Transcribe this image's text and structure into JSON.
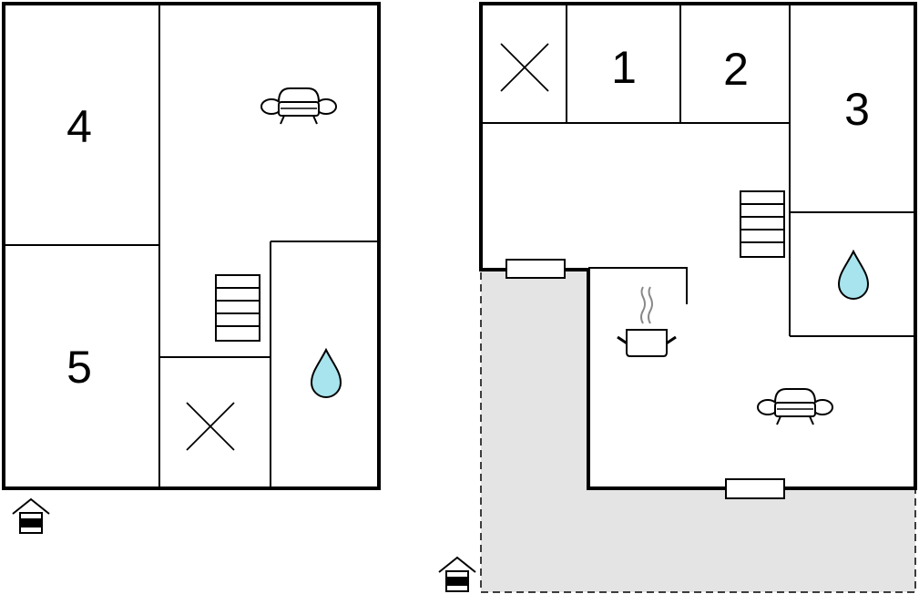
{
  "floors": [
    {
      "rooms": [
        {
          "label": "4",
          "type": "bedroom"
        },
        {
          "label": "5",
          "type": "bedroom"
        },
        {
          "type": "living-room",
          "icon": "sofa-icon"
        },
        {
          "type": "toilet",
          "icon": "toilet-cross-icon"
        },
        {
          "type": "bathroom",
          "icon": "water-drop-icon"
        }
      ],
      "features": [
        "stairs-icon",
        "entrance-icon"
      ]
    },
    {
      "rooms": [
        {
          "type": "toilet",
          "icon": "toilet-cross-icon"
        },
        {
          "label": "1",
          "type": "bedroom"
        },
        {
          "label": "2",
          "type": "bedroom"
        },
        {
          "label": "3",
          "type": "bedroom"
        },
        {
          "type": "bathroom",
          "icon": "water-drop-icon"
        },
        {
          "type": "kitchen",
          "icon": "cooking-pot-icon"
        },
        {
          "type": "living-room",
          "icon": "sofa-icon"
        },
        {
          "type": "terrace",
          "icon": "terrace-area"
        }
      ],
      "features": [
        "stairs-icon",
        "window-icon",
        "entrance-icon"
      ]
    }
  ],
  "colors": {
    "wall": "#000000",
    "water": "#a8e4ee",
    "terrace": "#e4e4e4",
    "background": "#ffffff"
  }
}
